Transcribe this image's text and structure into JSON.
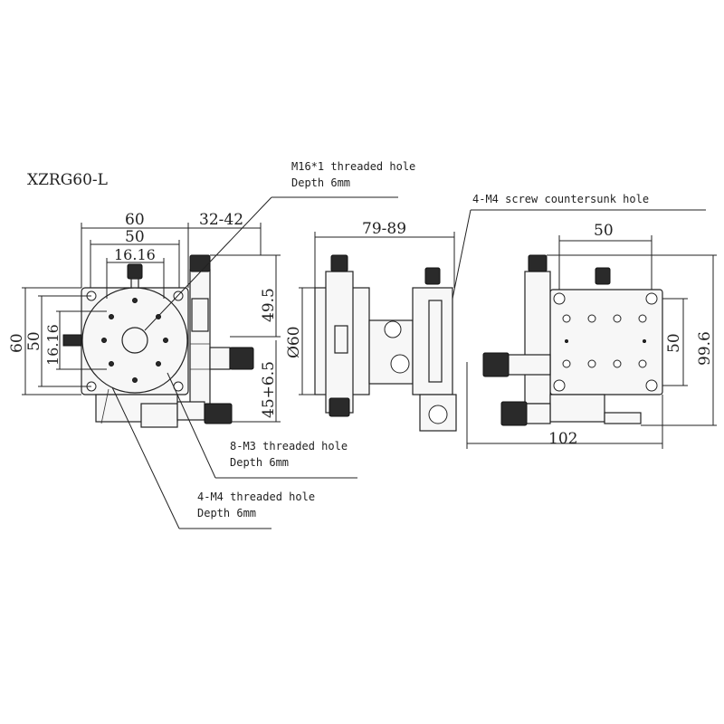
{
  "title": "XZRG60-L",
  "callouts": {
    "m16_line1": "M16*1 threaded hole",
    "m16_line2": "Depth 6mm",
    "m4cs": "4-M4 screw countersunk hole",
    "m3_line1": "8-M3 threaded hole",
    "m3_line2": "Depth 6mm",
    "m4_line1": "4-M4 threaded hole",
    "m4_line2": "Depth 6mm"
  },
  "dimensions": {
    "front_width_outer": "60",
    "front_width_inner": "50",
    "front_hole_spacing_x": "16.16",
    "knob_travel": "32-42",
    "front_height_outer": "60",
    "front_height_inner": "50",
    "front_hole_spacing_y": "16.16",
    "height_upper": "49.5",
    "height_lower": "45+6.5",
    "side_width": "79-89",
    "side_diameter": "Ø60",
    "right_top": "50",
    "right_height_inner": "50",
    "right_height_total": "99.6",
    "right_width_total": "102"
  }
}
